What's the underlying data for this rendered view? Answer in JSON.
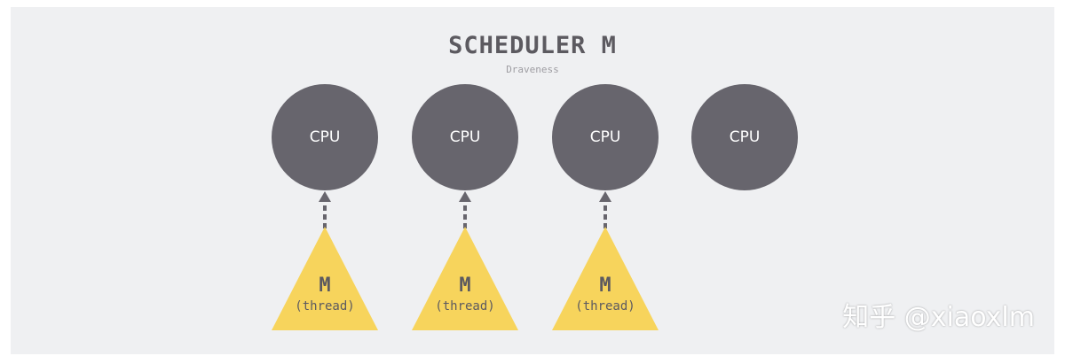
{
  "title": "SCHEDULER M",
  "subtitle": "Draveness",
  "cpus": [
    "CPU",
    "CPU",
    "CPU",
    "CPU"
  ],
  "threads": [
    {
      "name": "M",
      "label": "(thread)"
    },
    {
      "name": "M",
      "label": "(thread)"
    },
    {
      "name": "M",
      "label": "(thread)"
    }
  ],
  "watermark": "知乎 @xiaoxlm",
  "colors": {
    "background": "#eff0f2",
    "cpu_fill": "#67656d",
    "thread_fill": "#f7d45c",
    "text_dark": "#5c5a60"
  }
}
